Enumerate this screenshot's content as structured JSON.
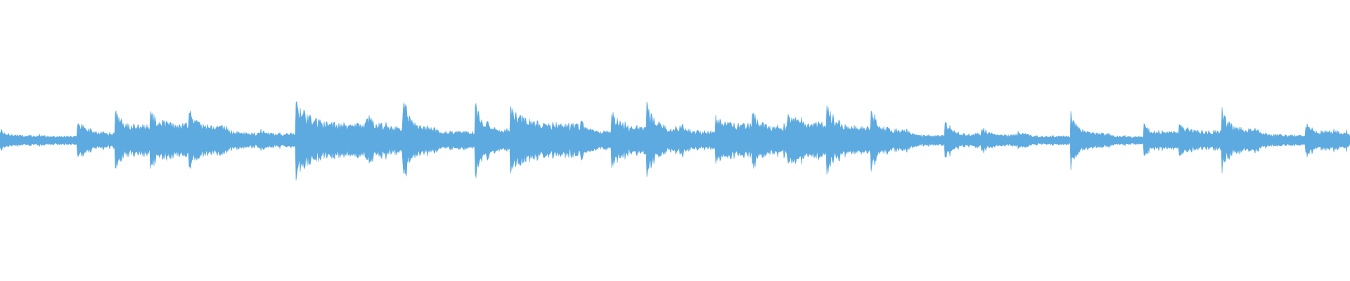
{
  "waveform": {
    "color": "#5DAAE0",
    "background": "#FFFFFF",
    "onsets": [
      {
        "t": 0.0,
        "peak": 0.18,
        "decay": 0.5,
        "sustain": 0.4
      },
      {
        "t": 0.029,
        "peak": 0.1,
        "decay": 0.3,
        "sustain": 0.6
      },
      {
        "t": 0.057,
        "peak": 0.33,
        "decay": 0.6,
        "sustain": 0.35
      },
      {
        "t": 0.085,
        "peak": 0.55,
        "decay": 0.5,
        "sustain": 0.4
      },
      {
        "t": 0.111,
        "peak": 0.45,
        "decay": 0.5,
        "sustain": 0.55
      },
      {
        "t": 0.14,
        "peak": 0.48,
        "decay": 0.55,
        "sustain": 0.45
      },
      {
        "t": 0.167,
        "peak": 0.22,
        "decay": 0.45,
        "sustain": 0.5
      },
      {
        "t": 0.193,
        "peak": 0.18,
        "decay": 0.3,
        "sustain": 0.6
      },
      {
        "t": 0.219,
        "peak": 0.58,
        "decay": 0.6,
        "sustain": 0.4
      },
      {
        "t": 0.271,
        "peak": 0.43,
        "decay": 0.55,
        "sustain": 0.5
      },
      {
        "t": 0.298,
        "peak": 0.62,
        "decay": 0.65,
        "sustain": 0.3
      },
      {
        "t": 0.32,
        "peak": 0.22,
        "decay": 0.3,
        "sustain": 0.6
      },
      {
        "t": 0.352,
        "peak": 0.55,
        "decay": 0.6,
        "sustain": 0.3
      },
      {
        "t": 0.378,
        "peak": 0.48,
        "decay": 0.55,
        "sustain": 0.5
      },
      {
        "t": 0.43,
        "peak": 0.33,
        "decay": 0.5,
        "sustain": 0.4
      },
      {
        "t": 0.453,
        "peak": 0.45,
        "decay": 0.55,
        "sustain": 0.45
      },
      {
        "t": 0.479,
        "peak": 0.55,
        "decay": 0.6,
        "sustain": 0.35
      },
      {
        "t": 0.505,
        "peak": 0.25,
        "decay": 0.4,
        "sustain": 0.55
      },
      {
        "t": 0.53,
        "peak": 0.4,
        "decay": 0.4,
        "sustain": 0.6
      },
      {
        "t": 0.557,
        "peak": 0.45,
        "decay": 0.55,
        "sustain": 0.45
      },
      {
        "t": 0.583,
        "peak": 0.52,
        "decay": 0.5,
        "sustain": 0.5
      },
      {
        "t": 0.612,
        "peak": 0.55,
        "decay": 0.6,
        "sustain": 0.35
      },
      {
        "t": 0.645,
        "peak": 0.45,
        "decay": 0.55,
        "sustain": 0.35
      },
      {
        "t": 0.672,
        "peak": 0.15,
        "decay": 0.4,
        "sustain": 0.5
      },
      {
        "t": 0.7,
        "peak": 0.28,
        "decay": 0.5,
        "sustain": 0.35
      },
      {
        "t": 0.727,
        "peak": 0.22,
        "decay": 0.45,
        "sustain": 0.4
      },
      {
        "t": 0.754,
        "peak": 0.15,
        "decay": 0.4,
        "sustain": 0.45
      },
      {
        "t": 0.793,
        "peak": 0.43,
        "decay": 0.55,
        "sustain": 0.25
      },
      {
        "t": 0.82,
        "peak": 0.12,
        "decay": 0.4,
        "sustain": 0.5
      },
      {
        "t": 0.847,
        "peak": 0.25,
        "decay": 0.4,
        "sustain": 0.55
      },
      {
        "t": 0.873,
        "peak": 0.28,
        "decay": 0.45,
        "sustain": 0.5
      },
      {
        "t": 0.905,
        "peak": 0.48,
        "decay": 0.55,
        "sustain": 0.35
      },
      {
        "t": 0.93,
        "peak": 0.18,
        "decay": 0.4,
        "sustain": 0.45
      },
      {
        "t": 0.967,
        "peak": 0.25,
        "decay": 0.45,
        "sustain": 0.55
      },
      {
        "t": 1.0,
        "peak": 0.0,
        "decay": 0.1,
        "sustain": 0.0
      }
    ]
  }
}
